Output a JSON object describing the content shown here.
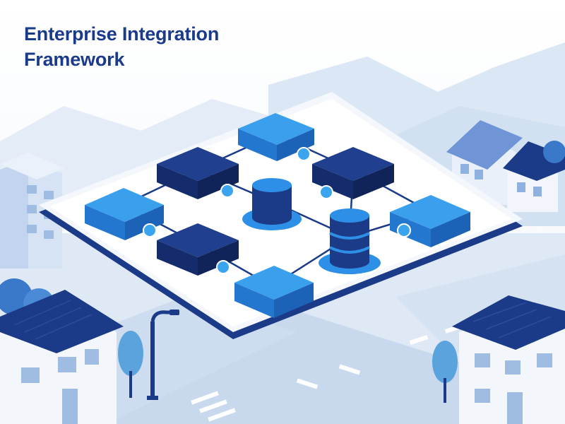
{
  "title": {
    "line1": "Enterprise Integration",
    "line2": "Framework"
  },
  "colors": {
    "title": "#1a3a8a",
    "navy": "#1b3a87",
    "bright_blue": "#2f8ee8",
    "light_blue": "#cfe0f3",
    "pale_blue": "#e6eff9",
    "connector": "#1b3a87",
    "node_dot": "#3ba4ef"
  },
  "icons": {
    "module_block": "isometric-cube",
    "database": "database-cylinder",
    "house": "house",
    "apartment": "apartment-building",
    "street_lamp": "street-lamp",
    "tree": "tree"
  }
}
